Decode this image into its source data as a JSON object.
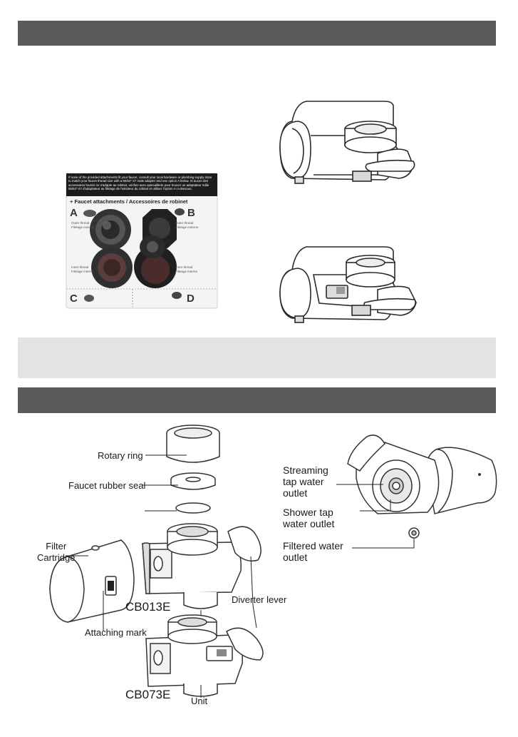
{
  "package_card": {
    "header_text": "If none of the provided attachments fit your faucet, consult your local hardware or plumbing supply store to match your faucet thread size with a 55/64\"-27 male adapter and use option A below. Si aucun des accessoires fournis ne s'adapte au robinet, vérifiez avec quincaillerie pour trouver un adaptateur mâle 55/64\"-27 d'adaptateur au filetage de l'aérateur du robinet et utilisez l'option A ci-dessous.",
    "title": "+ Faucet attachments / Accessoires de robinet",
    "letter_a": "A",
    "letter_b": "B",
    "letter_c": "C",
    "letter_d": "D",
    "outer_thread": "Outer thread",
    "outer_thread_fr": "Filetage externe",
    "inner_thread": "Inner thread",
    "inner_thread_fr": "Filetage interne"
  },
  "parts": {
    "rotary_ring": "Rotary ring",
    "faucet_rubber_seal": "Faucet rubber seal",
    "filter_cartridge": "Filter\nCartridge",
    "diverter_lever": "Diverter lever",
    "attaching_mark": "Attaching mark",
    "unit": "Unit",
    "model_1": "CB013E",
    "model_2": "CB073E"
  },
  "outlets": {
    "streaming": "Streaming\ntap water\noutlet",
    "shower": "Shower tap\nwater outlet",
    "filtered": "Filtered water\noutlet"
  },
  "colors": {
    "header_bar": "#5a5a5a",
    "note_box": "#e3e3e3"
  }
}
